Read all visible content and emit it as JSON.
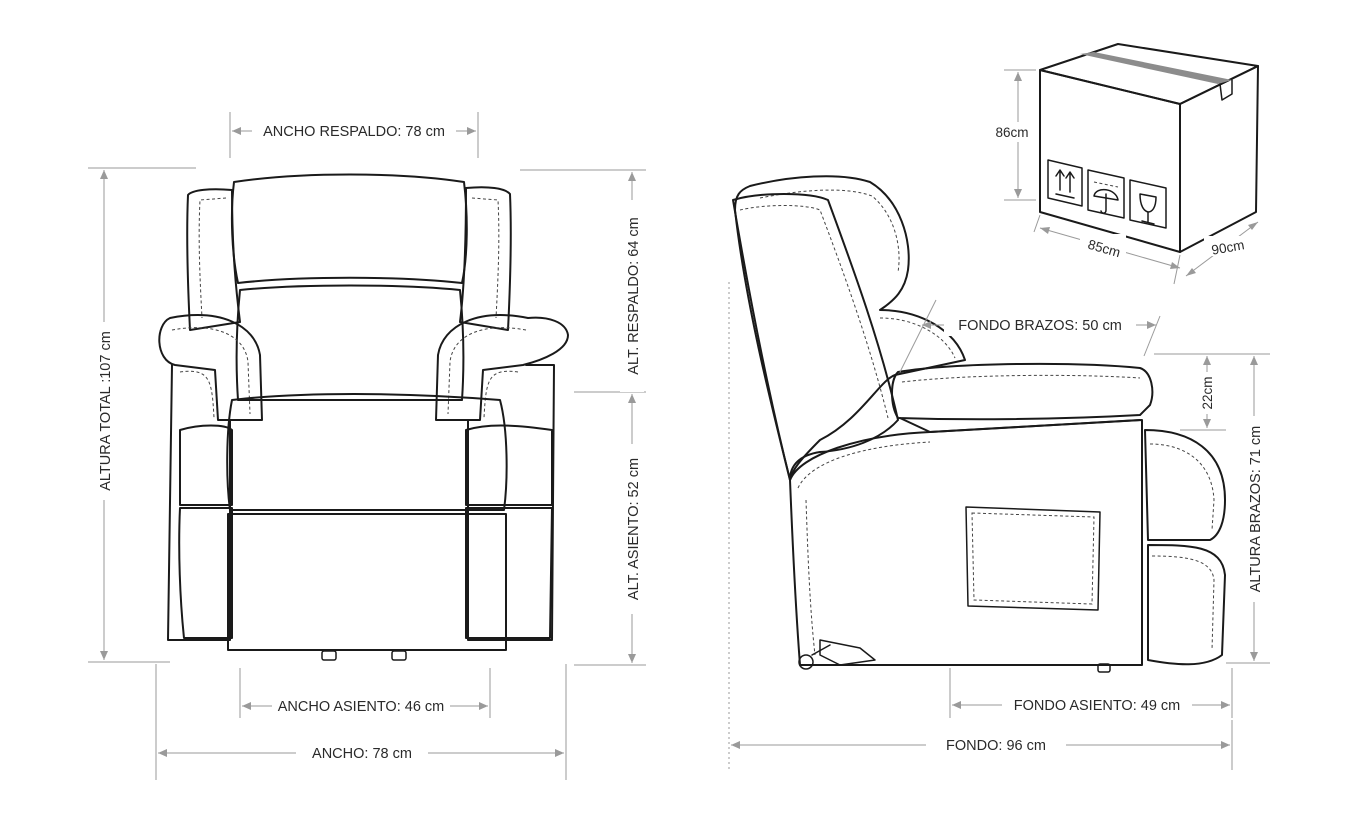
{
  "front_view": {
    "ancho_respaldo": "ANCHO RESPALDO: 78 cm",
    "altura_total": "ALTURA TOTAL :107 cm",
    "alt_respaldo": "ALT. RESPALDO: 64 cm",
    "alt_asiento": "ALT. ASIENTO: 52 cm",
    "ancho_asiento": "ANCHO ASIENTO: 46 cm",
    "ancho": "ANCHO: 78 cm"
  },
  "side_view": {
    "fondo_brazos": "FONDO BRAZOS: 50 cm",
    "brazo_alto": "22cm",
    "altura_brazos": "ALTURA BRAZOS: 71 cm",
    "fondo_asiento": "FONDO ASIENTO: 49 cm",
    "fondo": "FONDO: 96 cm"
  },
  "package": {
    "height": "86cm",
    "width": "85cm",
    "depth": "90cm",
    "symbols": [
      "this-way-up-icon",
      "keep-dry-icon",
      "fragile-icon"
    ]
  },
  "colors": {
    "line": "#1a1a1a",
    "dimension": "#9a9a9a",
    "tape": "#8c8c8c"
  }
}
